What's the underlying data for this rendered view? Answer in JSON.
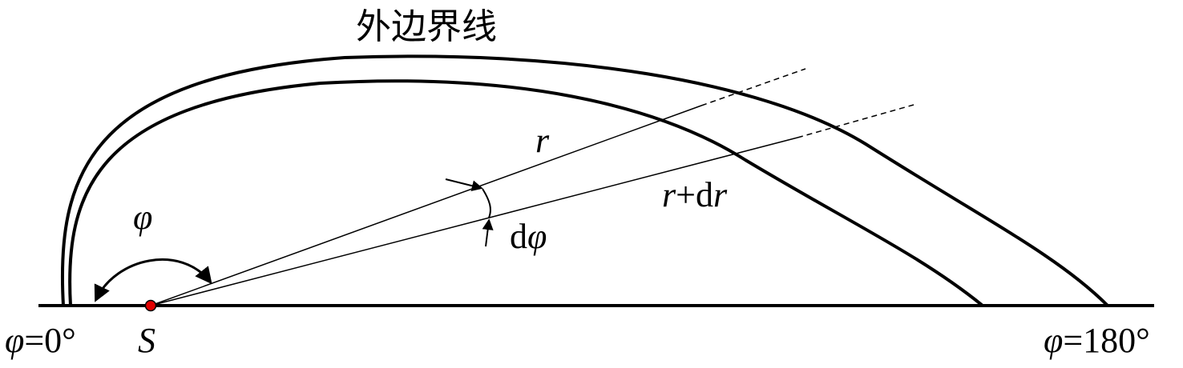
{
  "title": "外边界线",
  "labels": {
    "phi": "φ",
    "r": "r",
    "r_plus": "+d",
    "r_var": "r",
    "dphi_d": "d",
    "dphi_phi": "φ",
    "source": "S",
    "phi_zero_symbol": "φ",
    "phi_zero_value": "=0°",
    "phi_180_symbol": "φ",
    "phi_180_value": "=180°"
  },
  "colors": {
    "source_point": "#e00000",
    "stroke": "#000000"
  }
}
